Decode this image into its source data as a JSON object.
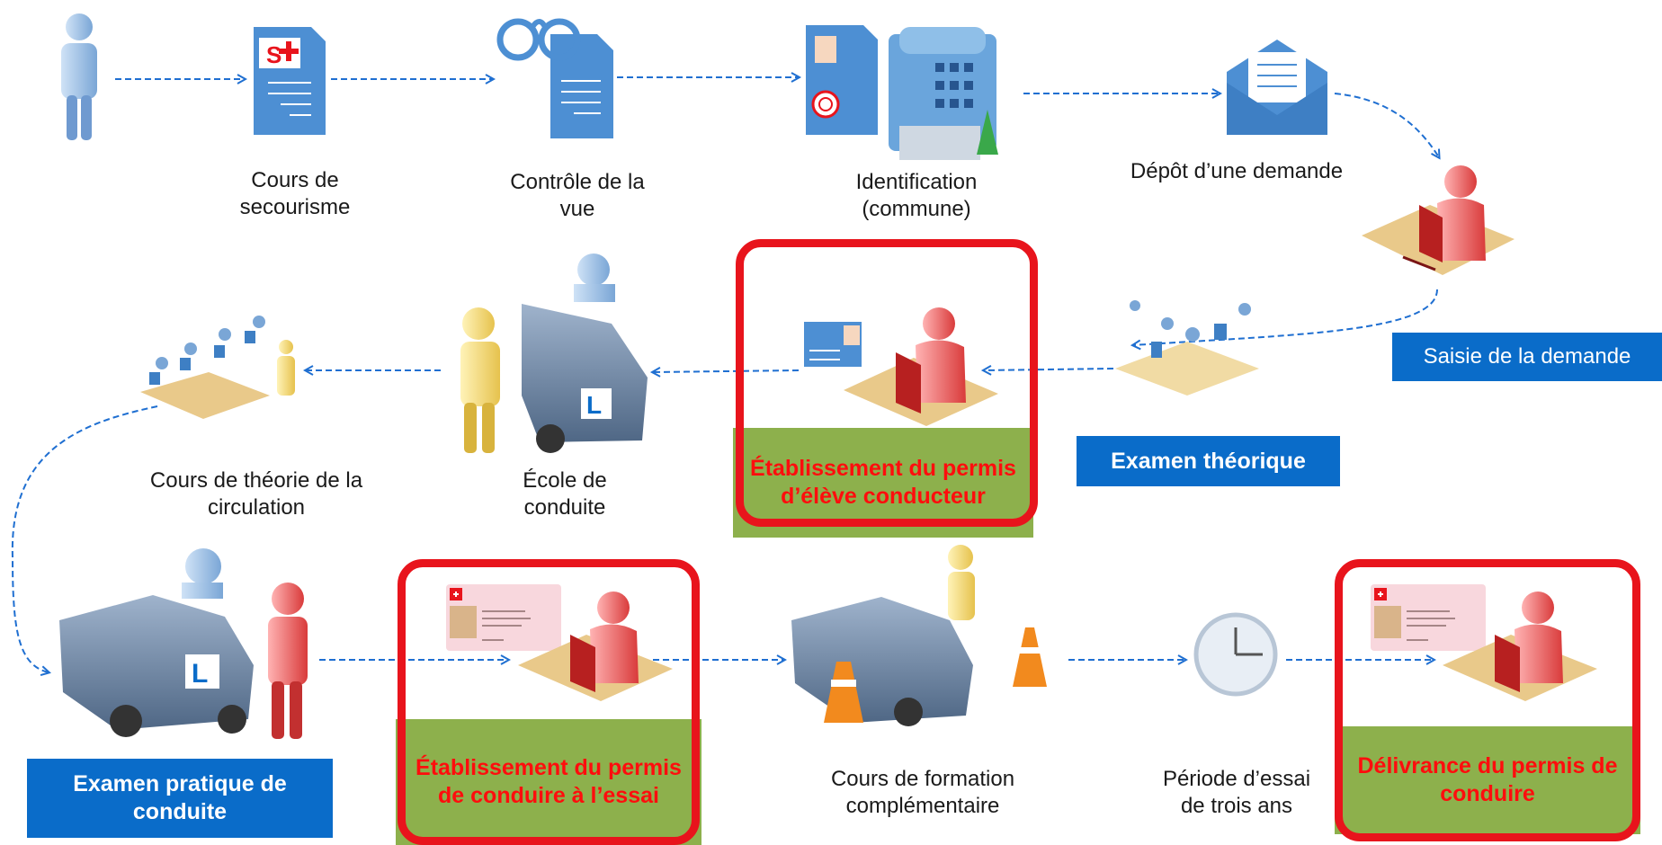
{
  "steps": {
    "first_aid": "Cours de secourisme",
    "eye_test": "Contrôle de la vue",
    "identification_line1": "Identification",
    "identification_line2": "(commune)",
    "application_filing": "Dépôt d’une demande",
    "application_entry": "Saisie de la demande",
    "theory_exam": "Examen théorique",
    "learner_permit_issue": "Établissement du permis d’élève conducteur",
    "driving_school_line1": "École de",
    "driving_school_line2": "conduite",
    "traffic_theory_line1": "Cours de théorie de la",
    "traffic_theory_line2": "circulation",
    "practical_exam": "Examen pratique de conduite",
    "probation_permit_issue": "Établissement du permis de conduire à l’essai",
    "further_training_line1": "Cours de formation",
    "further_training_line2": "complémentaire",
    "probation_period_line1": "Période d’essai",
    "probation_period_line2": "de trois ans",
    "license_delivery": "Délivrance du permis de conduire"
  },
  "icons": {
    "person": "person-icon",
    "first_aid_doc": "first-aid-document-icon",
    "eye_test_doc": "glasses-document-icon",
    "commune": "commune-building-icon",
    "envelope": "envelope-icon",
    "clerk": "clerk-at-computer-icon",
    "exam_room": "exam-candidates-icon",
    "car": "learner-car-icon",
    "cones": "traffic-cone-icon",
    "clock": "clock-icon",
    "license_card": "driving-license-card-icon"
  },
  "colors": {
    "blue_box": "#0a6cc9",
    "green_box": "#8db04c",
    "highlight_red": "#e8141c",
    "emphasis_text": "#ff0d0d",
    "arrow": "#1f6fd1"
  }
}
